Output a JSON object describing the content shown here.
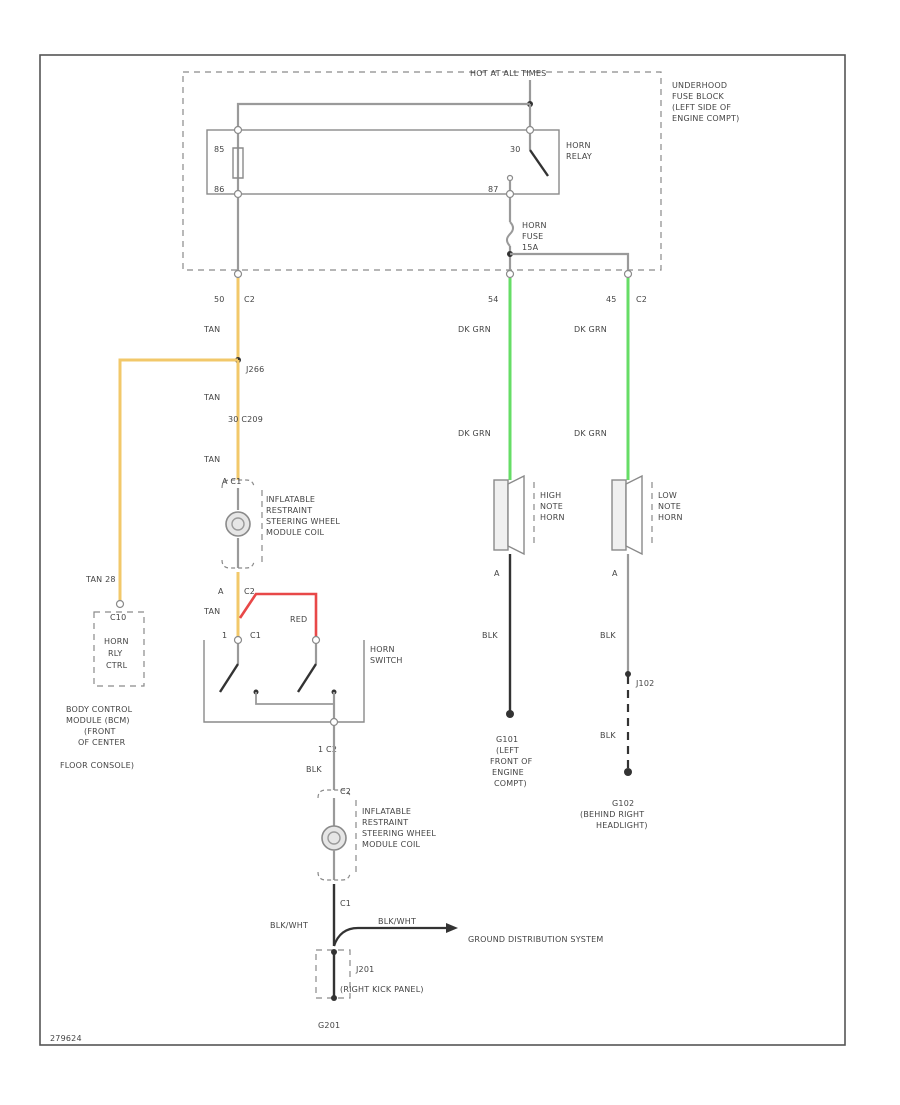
{
  "colors": {
    "tan": "#f2c86a",
    "dk_grn": "#66dd66",
    "red": "#e84848",
    "blk": "#333333",
    "wire_gray": "#9a9a9a"
  },
  "labels": {
    "hot_at_all_times": "HOT AT ALL TIMES",
    "fuse_block": [
      "UNDERHOOD",
      "FUSE BLOCK",
      "(LEFT SIDE OF",
      "ENGINE COMPT)"
    ],
    "horn_relay": [
      "HORN",
      "RELAY"
    ],
    "relay_pin_left_top": "85",
    "relay_pin_left_bottom": "86",
    "relay_pin_right_top": "30",
    "relay_pin_right_bottom": "87",
    "horn_fuse": [
      "HORN",
      "FUSE",
      "15A"
    ],
    "conn_left": "50",
    "conn_left_id": "C2",
    "conn_mid": "54",
    "conn_right": "45",
    "conn_right_id": "C2",
    "tan_1": "TAN",
    "splice_s266": "J266",
    "tan_2": "TAN",
    "conn_c209": "30 C209",
    "tan_3": "TAN",
    "connector_top": "A  C1",
    "coil_top": [
      "INFLATABLE",
      "RESTRAINT",
      "STEERING WHEEL",
      "MODULE COIL"
    ],
    "coil_pin_a": "A",
    "c2_label": "C2",
    "tan_4": "TAN",
    "red": "RED",
    "c1_label": "C1",
    "pin_1": "1",
    "horn_switch": [
      "HORN",
      "SWITCH"
    ],
    "tan_28": "TAN  28",
    "bcm_conn": "C10",
    "bcm_box": [
      "HORN",
      "RLY",
      "CTRL"
    ],
    "bcm": [
      "BODY CONTROL",
      "MODULE (BCM)",
      "(FRONT",
      "OF CENTER",
      "FLOOR CONSOLE)"
    ],
    "dk_grn_1": "DK GRN",
    "dk_grn_2": "DK GRN",
    "dk_grn_3": "DK GRN",
    "dk_grn_4": "DK GRN",
    "high_horn": [
      "HIGH",
      "NOTE",
      "HORN"
    ],
    "low_horn": [
      "LOW",
      "NOTE",
      "HORN"
    ],
    "pin_a_high": "A",
    "pin_a_low": "A",
    "blk_high": "BLK",
    "blk_low": "BLK",
    "splice_j102": "J102",
    "blk_low_2": "BLK",
    "g101": [
      "G101",
      "(LEFT",
      "FRONT OF",
      "ENGINE",
      "COMPT)"
    ],
    "g102": [
      "G102",
      "(BEHIND RIGHT",
      "HEADLIGHT)"
    ],
    "c2_lower": "1  C2",
    "blk_mid": "BLK",
    "c2_lower_conn": "C2",
    "coil_bottom": [
      "INFLATABLE",
      "RESTRAINT",
      "STEERING WHEEL",
      "MODULE COIL"
    ],
    "c1_lower": "C1",
    "blk_wht": "BLK/WHT",
    "blk_wht_2": "BLK/WHT",
    "ground_dist": "GROUND DISTRIBUTION SYSTEM",
    "j201": [
      "J201",
      "(RIGHT KICK PANEL)"
    ],
    "g201": "G201",
    "figure_id": "279624"
  }
}
